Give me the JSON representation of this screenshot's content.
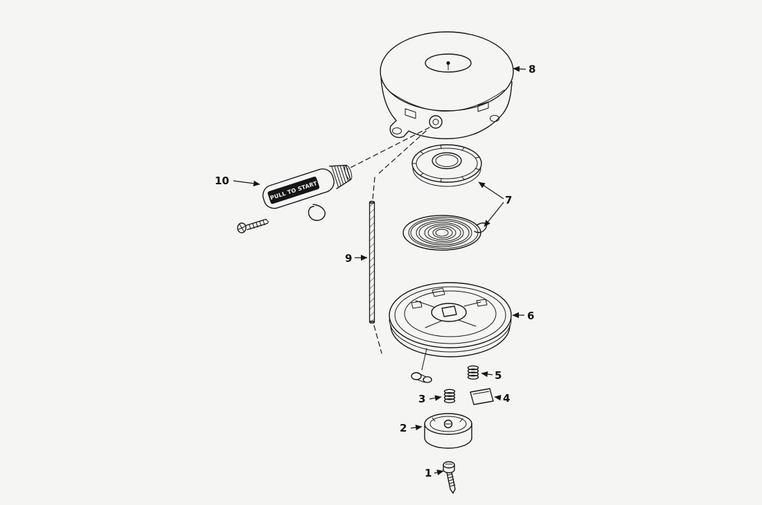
{
  "colors": {
    "background": "#f5f5f4",
    "ink": "#161616"
  },
  "diagram": {
    "handle_text": "PULL TO START",
    "labels": {
      "l1": "1",
      "l2": "2",
      "l3": "3",
      "l4": "4",
      "l5": "5",
      "l6": "6",
      "l7": "7",
      "l8": "8",
      "l9": "9",
      "l10": "10"
    }
  }
}
